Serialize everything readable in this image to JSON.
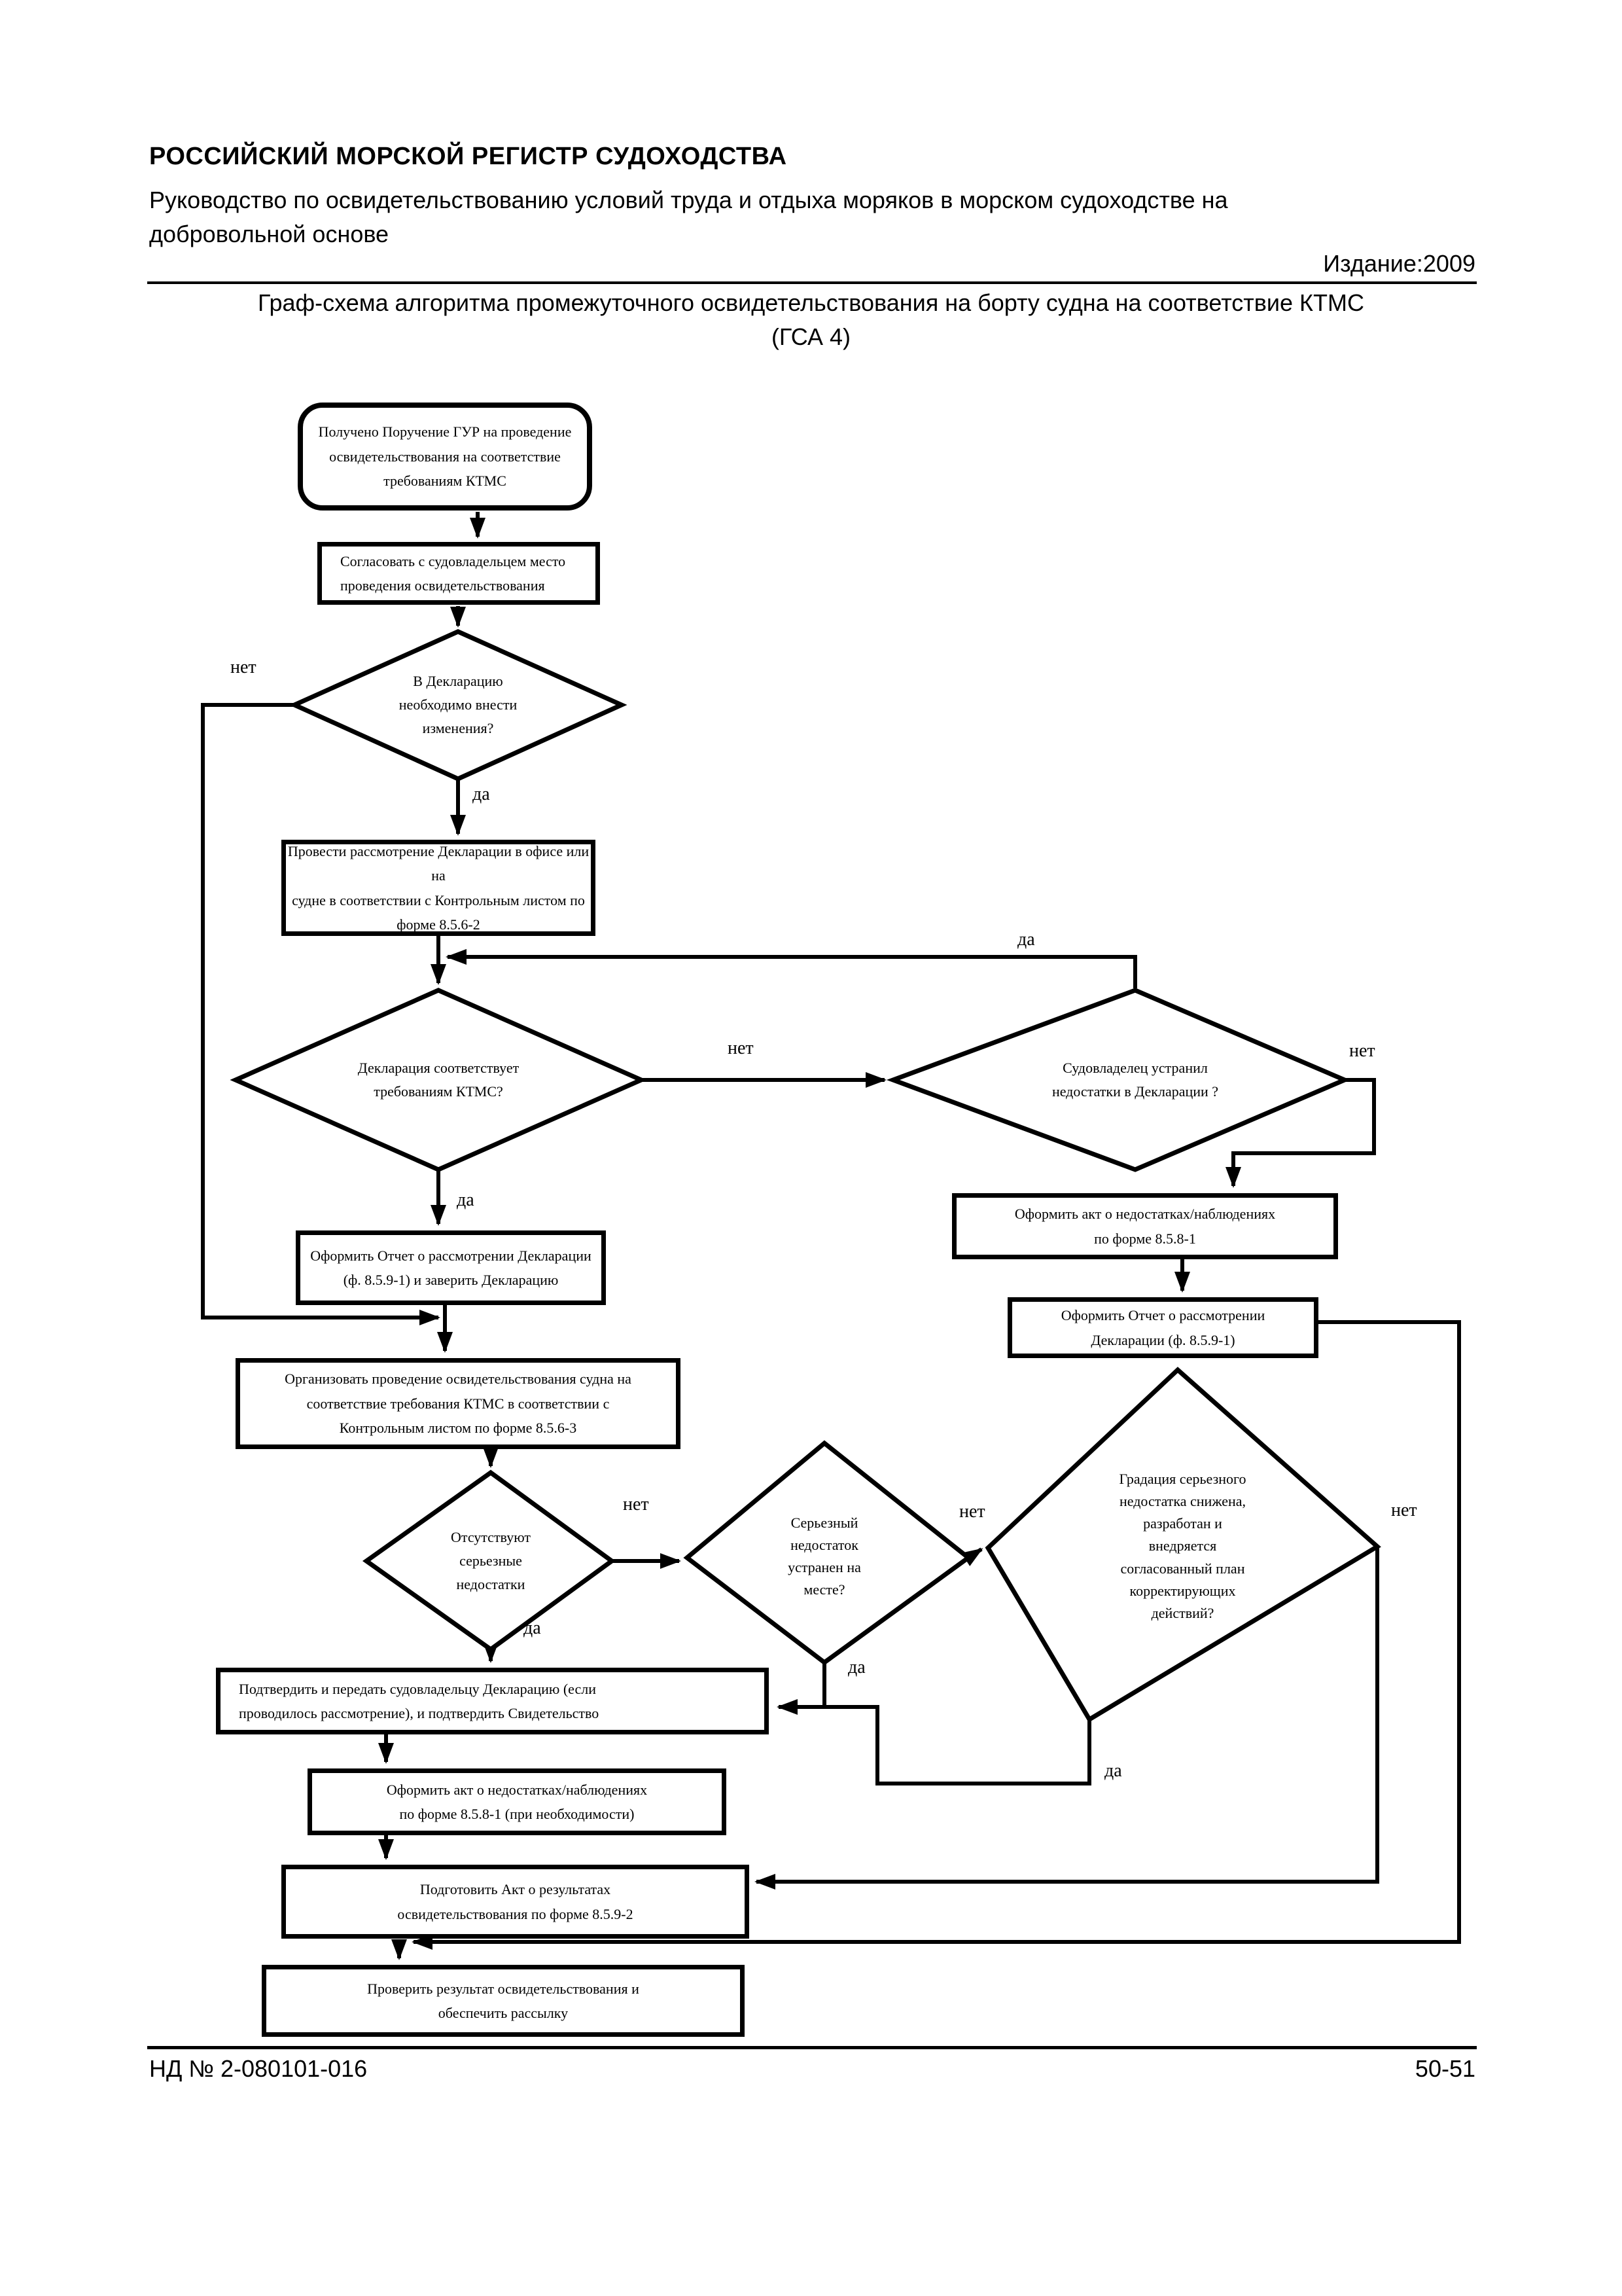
{
  "header": {
    "org": "РОССИЙСКИЙ МОРСКОЙ РЕГИСТР СУДОХОДСТВА",
    "guide_line1": "Руководство по освидетельствованию условий труда и отдыха моряков в морском судоходстве на",
    "guide_line2": "добровольной основе",
    "edition": "Издание:2009",
    "title_line1": "Граф-схема алгоритма промежуточного освидетельствования  на борту судна на соответствие КТМС",
    "title_line2": "(ГСА 4)"
  },
  "footer": {
    "doc_number": "НД № 2-080101-016",
    "page": "50-51"
  },
  "labels": {
    "yes": "да",
    "no": "нет"
  },
  "nodes": {
    "start": {
      "lines": [
        "Получено Поручение ГУР на проведение",
        "освидетельствования  на соответствие",
        "требованиям КТМС"
      ]
    },
    "agree_place": {
      "lines": [
        "Согласовать с судовладельцем  место",
        "проведения освидетельствования"
      ]
    },
    "d_changes": {
      "lines": [
        "В Декларацию",
        "необходимо внести",
        "изменения?"
      ]
    },
    "review_declaration": {
      "lines": [
        "Провести рассмотрение  Декларации  в офисе  или на",
        "судне   в соответствии с Контрольным листом по",
        "форме  8.5.6-2"
      ]
    },
    "d_conforms": {
      "lines": [
        "Декларация  соответствует",
        "требованиям КТМС?"
      ]
    },
    "d_owner_fixed": {
      "lines": [
        "Судовладелец  устранил",
        "недостатки  в Декларации ?"
      ]
    },
    "act_deficiencies": {
      "lines": [
        "Оформить акт о недостатках/наблюдениях",
        "по форме 8.5.8-1"
      ]
    },
    "report_review": {
      "lines": [
        "Оформить Отчет о рассмотрении",
        "Декларации  (ф. 8.5.9-1)"
      ]
    },
    "report_review_certify": {
      "lines": [
        "Оформить Отчет о рассмотрении Декларации",
        "(ф. 8.5.9-1) и заверить Декларацию"
      ]
    },
    "organize_survey": {
      "lines": [
        "Организовать проведение освидетельствования судна на",
        "соответствие требования КТМС в соответствии с",
        "Контрольным листом по форме  8.5.6-3"
      ]
    },
    "d_no_serious": {
      "lines": [
        "Отсутствуют",
        "серьезные",
        "недостатки"
      ]
    },
    "d_fixed_onsite": {
      "lines": [
        "Серьезный",
        "недостаток",
        "устранен на",
        "месте?"
      ]
    },
    "d_downgraded": {
      "lines": [
        "Градация серьезного",
        "недостатка снижена,",
        "разработан и",
        "внедряется",
        "согласованный план",
        "корректирующих",
        "действий?"
      ]
    },
    "confirm_declaration": {
      "lines": [
        "Подтвердить и передать судовладельцу Декларацию (если",
        "проводилось рассмотрение), и подтвердить Свидетельство"
      ]
    },
    "act_deficiencies_2": {
      "lines": [
        "Оформить акт о недостатках/наблюдениях",
        "по форме 8.5.8-1 (при необходимости)"
      ]
    },
    "prepare_act": {
      "lines": [
        "Подготовить Акт о результатах",
        "освидетельствования по форме 8.5.9-2"
      ]
    },
    "check_result": {
      "lines": [
        "Проверить результат освидетельствования  и",
        "обеспечить рассылку"
      ]
    }
  }
}
